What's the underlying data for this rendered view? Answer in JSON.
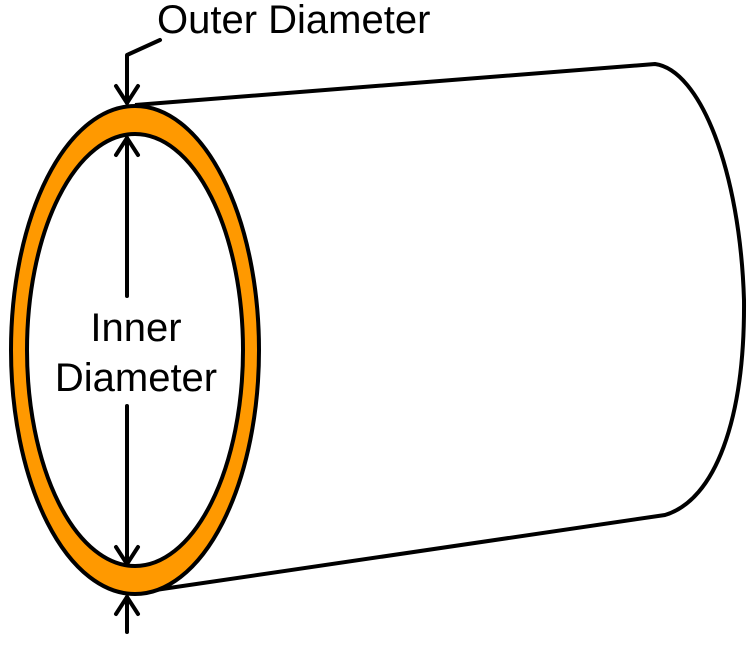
{
  "labels": {
    "outer": "Outer Diameter",
    "inner_line1": "Inner",
    "inner_line2": "Diameter"
  },
  "colors": {
    "ring": "#FF9900",
    "stroke": "#000000",
    "background": "#FFFFFF"
  }
}
